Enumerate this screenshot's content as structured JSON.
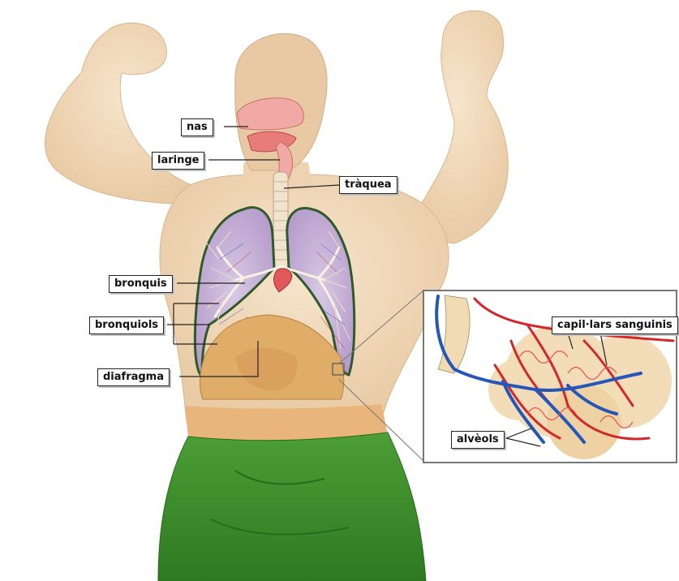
{
  "labels": {
    "nas": "nas",
    "laringe": "laringe",
    "traquea": "tràquea",
    "bronquis": "bronquis",
    "bronquiols": "bronquiols",
    "diafragma": "diafragma",
    "capillars": "capil·lars sanguinis",
    "alveols": "alvèols"
  },
  "colors": {
    "skin": "#f3dcbf",
    "skin_shadow": "#e6c6a0",
    "lung": "#c9b6d8",
    "lung_outline": "#2f5a2c",
    "diaphragm": "#e0ad68",
    "cloth": "#3f8f2e",
    "belt": "#e8b57d",
    "artery": "#d2272b",
    "vein": "#2457b8"
  }
}
